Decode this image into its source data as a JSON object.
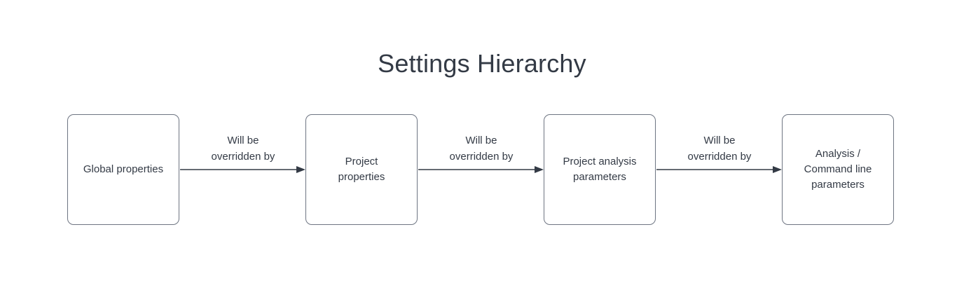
{
  "diagram": {
    "title": "Settings Hierarchy",
    "background_color": "#ffffff",
    "text_color": "#333a45",
    "border_color": "#6e7582",
    "arrow_color": "#333a45",
    "nodes": [
      {
        "id": "global",
        "label": "Global properties"
      },
      {
        "id": "project",
        "label": "Project\nproperties"
      },
      {
        "id": "analysis",
        "label": "Project analysis\nparameters"
      },
      {
        "id": "command",
        "label": "Analysis /\nCommand line\nparameters"
      }
    ],
    "edges": [
      {
        "id": "edge-1",
        "from": "global",
        "to": "project",
        "label": "Will be\noverridden by"
      },
      {
        "id": "edge-2",
        "from": "project",
        "to": "analysis",
        "label": "Will be\noverridden by"
      },
      {
        "id": "edge-3",
        "from": "analysis",
        "to": "command",
        "label": "Will be\noverridden by"
      }
    ]
  }
}
